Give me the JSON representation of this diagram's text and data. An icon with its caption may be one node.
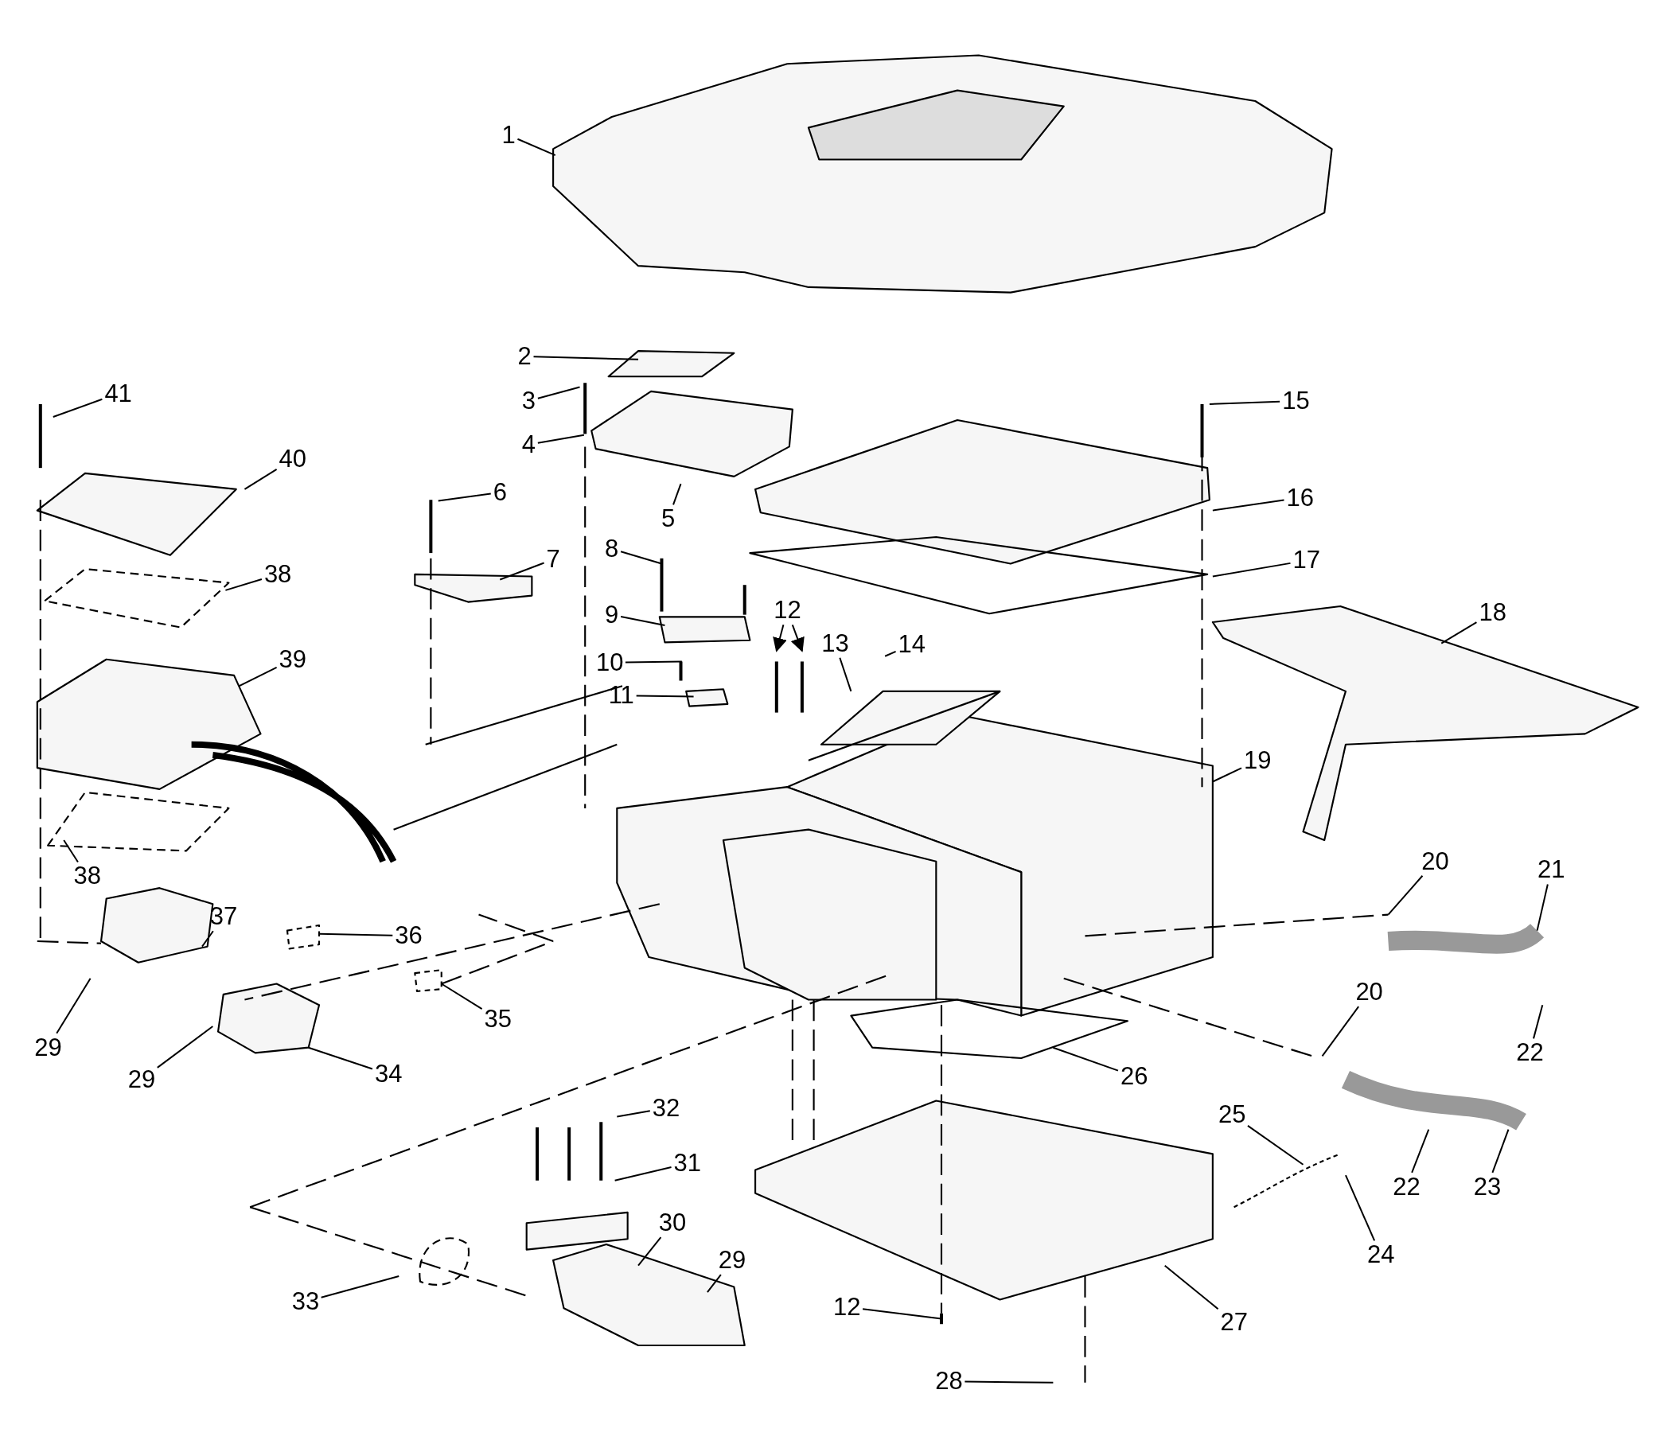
{
  "diagram": {
    "nodes": [
      {
        "text": [
          "1"
        ]
      },
      {
        "text": [
          "2"
        ]
      },
      {
        "text": [
          "41"
        ]
      },
      {
        "text": [
          "3"
        ]
      },
      {
        "text": [
          "15"
        ]
      },
      {
        "text": [
          "4"
        ]
      },
      {
        "text": [
          "40"
        ]
      },
      {
        "text": [
          "6"
        ]
      },
      {
        "text": [
          "16"
        ]
      },
      {
        "text": [
          "5"
        ]
      },
      {
        "text": [
          "8"
        ]
      },
      {
        "text": [
          "7"
        ]
      },
      {
        "text": [
          "17"
        ]
      },
      {
        "text": [
          "38"
        ]
      },
      {
        "text": [
          "12"
        ]
      },
      {
        "text": [
          "9"
        ]
      },
      {
        "text": [
          "18"
        ]
      },
      {
        "text": [
          "14"
        ]
      },
      {
        "text": [
          "13"
        ]
      },
      {
        "text": [
          "10"
        ]
      },
      {
        "text": [
          "39"
        ]
      },
      {
        "text": [
          "11"
        ]
      },
      {
        "text": [
          "19"
        ]
      },
      {
        "text": [
          "38"
        ]
      },
      {
        "text": [
          "20"
        ]
      },
      {
        "text": [
          "21"
        ]
      },
      {
        "text": [
          "37"
        ]
      },
      {
        "text": [
          "36"
        ]
      },
      {
        "text": [
          "35"
        ]
      },
      {
        "text": [
          "29"
        ]
      },
      {
        "text": [
          "20"
        ]
      },
      {
        "text": [
          "22"
        ]
      },
      {
        "text": [
          "34"
        ]
      },
      {
        "text": [
          "29"
        ]
      },
      {
        "text": [
          "26"
        ]
      },
      {
        "text": [
          "32"
        ]
      },
      {
        "text": [
          "25"
        ]
      },
      {
        "text": [
          "31"
        ]
      },
      {
        "text": [
          "22"
        ]
      },
      {
        "text": [
          "23"
        ]
      },
      {
        "text": [
          "30"
        ]
      },
      {
        "text": [
          "29"
        ]
      },
      {
        "text": [
          "24"
        ]
      },
      {
        "text": [
          "33"
        ]
      },
      {
        "text": [
          "12"
        ]
      },
      {
        "text": [
          "27"
        ]
      },
      {
        "text": [
          "28"
        ]
      }
    ],
    "edges": [
      {
        "from": 0,
        "to": null,
        "arrow": "none"
      },
      {
        "from": 1,
        "to": null,
        "arrow": "none"
      },
      {
        "from": 2,
        "to": null,
        "arrow": "none"
      },
      {
        "from": 3,
        "to": null,
        "arrow": "none"
      },
      {
        "from": 4,
        "to": null,
        "arrow": "none"
      },
      {
        "from": 5,
        "to": null,
        "arrow": "none"
      },
      {
        "from": 6,
        "to": null,
        "arrow": "none"
      },
      {
        "from": 7,
        "to": null,
        "arrow": "none"
      },
      {
        "from": 8,
        "to": null,
        "arrow": "none"
      },
      {
        "from": 9,
        "to": null,
        "arrow": "none"
      },
      {
        "from": 10,
        "to": null,
        "arrow": "none"
      },
      {
        "from": 11,
        "to": null,
        "arrow": "none"
      },
      {
        "from": 12,
        "to": null,
        "arrow": "none"
      },
      {
        "from": 13,
        "to": null,
        "arrow": "none"
      },
      {
        "from": 14,
        "to": null,
        "arrow": "to"
      },
      {
        "from": 14,
        "to": null,
        "arrow": "to"
      },
      {
        "from": 15,
        "to": null,
        "arrow": "none"
      },
      {
        "from": 16,
        "to": null,
        "arrow": "none"
      },
      {
        "from": 17,
        "to": null,
        "arrow": "none"
      },
      {
        "from": 18,
        "to": null,
        "arrow": "none"
      },
      {
        "from": 19,
        "to": null,
        "arrow": "none"
      },
      {
        "from": 20,
        "to": null,
        "arrow": "none"
      },
      {
        "from": 21,
        "to": null,
        "arrow": "none"
      },
      {
        "from": 22,
        "to": null,
        "arrow": "none"
      },
      {
        "from": 23,
        "to": null,
        "arrow": "none"
      },
      {
        "from": 24,
        "to": null,
        "arrow": "none"
      },
      {
        "from": 25,
        "to": null,
        "arrow": "none"
      },
      {
        "from": 26,
        "to": null,
        "arrow": "none"
      },
      {
        "from": 27,
        "to": null,
        "arrow": "none"
      },
      {
        "from": 28,
        "to": null,
        "arrow": "none"
      },
      {
        "from": 29,
        "to": null,
        "arrow": "none"
      },
      {
        "from": 30,
        "to": null,
        "arrow": "none"
      },
      {
        "from": 31,
        "to": null,
        "arrow": "none"
      },
      {
        "from": 32,
        "to": null,
        "arrow": "none"
      },
      {
        "from": 33,
        "to": null,
        "arrow": "none"
      },
      {
        "from": 34,
        "to": null,
        "arrow": "none"
      },
      {
        "from": 35,
        "to": null,
        "arrow": "none"
      },
      {
        "from": 36,
        "to": null,
        "arrow": "none"
      },
      {
        "from": 37,
        "to": null,
        "arrow": "none"
      },
      {
        "from": 38,
        "to": null,
        "arrow": "none"
      },
      {
        "from": 39,
        "to": null,
        "arrow": "none"
      },
      {
        "from": 40,
        "to": null,
        "arrow": "none"
      },
      {
        "from": 41,
        "to": null,
        "arrow": "none"
      },
      {
        "from": 42,
        "to": null,
        "arrow": "none"
      },
      {
        "from": 43,
        "to": null,
        "arrow": "none"
      },
      {
        "from": 44,
        "to": null,
        "arrow": "none"
      },
      {
        "from": 45,
        "to": null,
        "arrow": "none"
      },
      {
        "from": 46,
        "to": null,
        "arrow": "none"
      }
    ]
  }
}
